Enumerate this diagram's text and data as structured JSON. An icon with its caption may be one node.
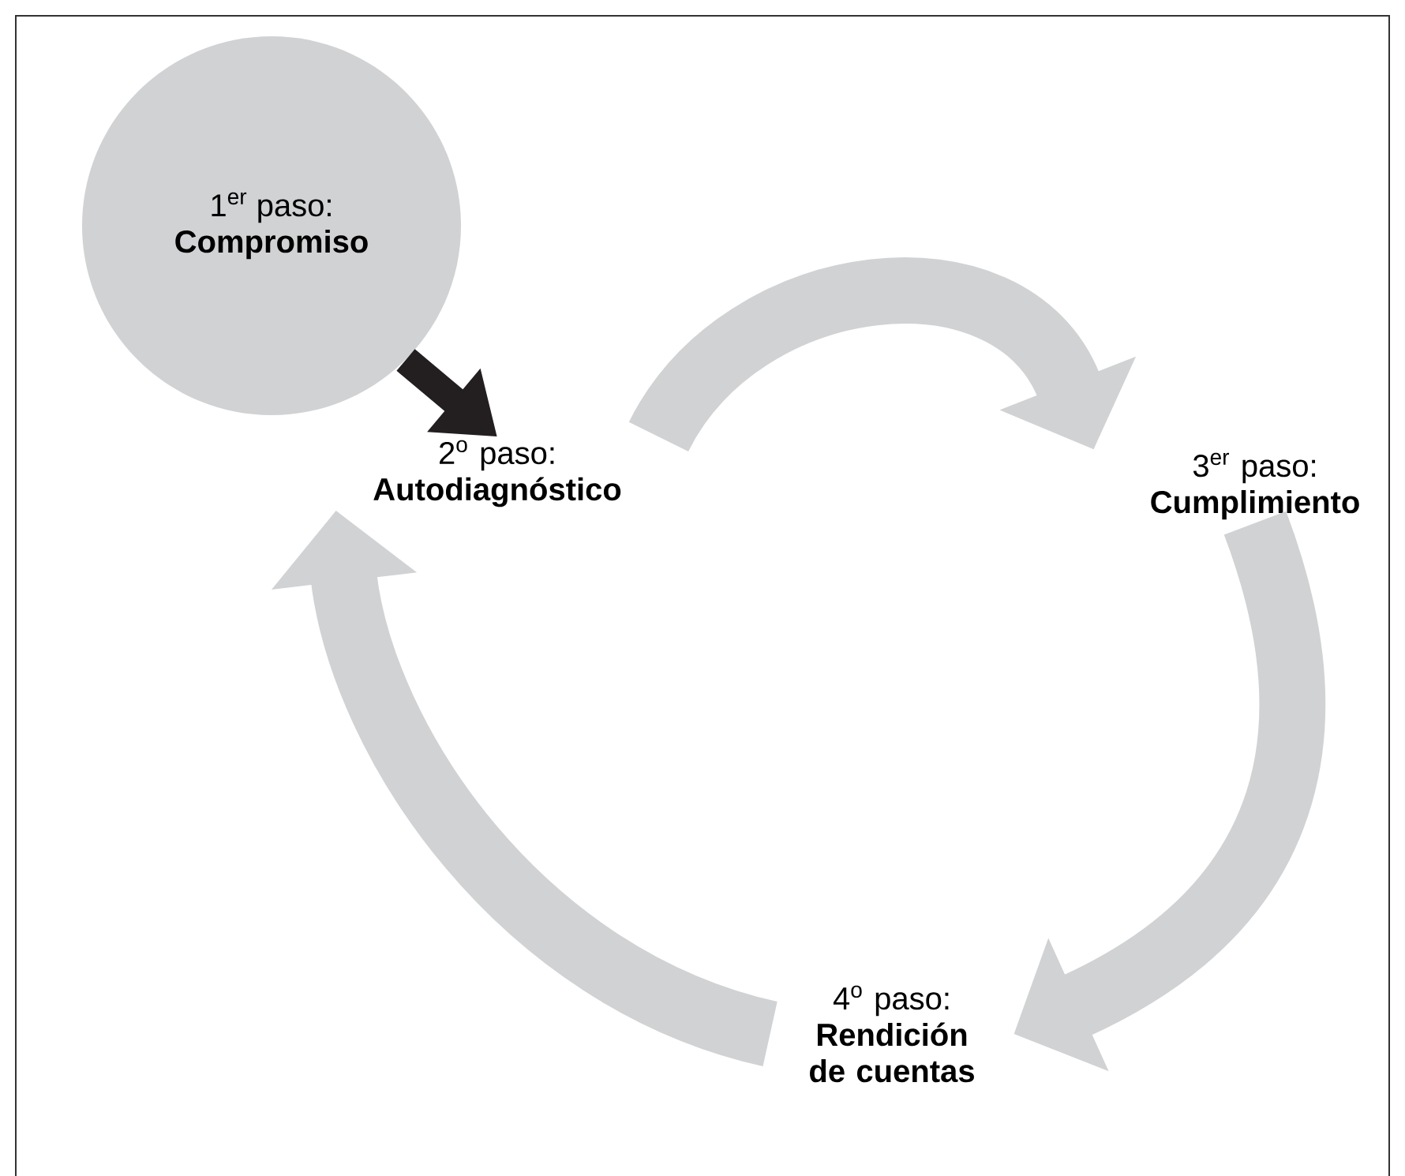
{
  "diagram": {
    "nodes": [
      {
        "text": [
          "1$^{er}$ paso:",
          "Compromiso"
        ]
      },
      {
        "text": [
          "2$^{o}$ paso:",
          "Autodiagnóstico"
        ]
      },
      {
        "text": [
          "3$^{er}$ paso:",
          "Cumplimiento"
        ]
      },
      {
        "text": [
          "4$^{o}$ paso:",
          "Rendición de cuentas"
        ]
      }
    ],
    "edges": [
      {
        "from": 0,
        "to": 1,
        "arrow": "to",
        "color": "#231f20"
      },
      {
        "from": 1,
        "to": 2,
        "arrow": "to"
      },
      {
        "from": 2,
        "to": 3,
        "arrow": "to"
      },
      {
        "from": 3,
        "to": 1,
        "arrow": "to"
      }
    ]
  }
}
